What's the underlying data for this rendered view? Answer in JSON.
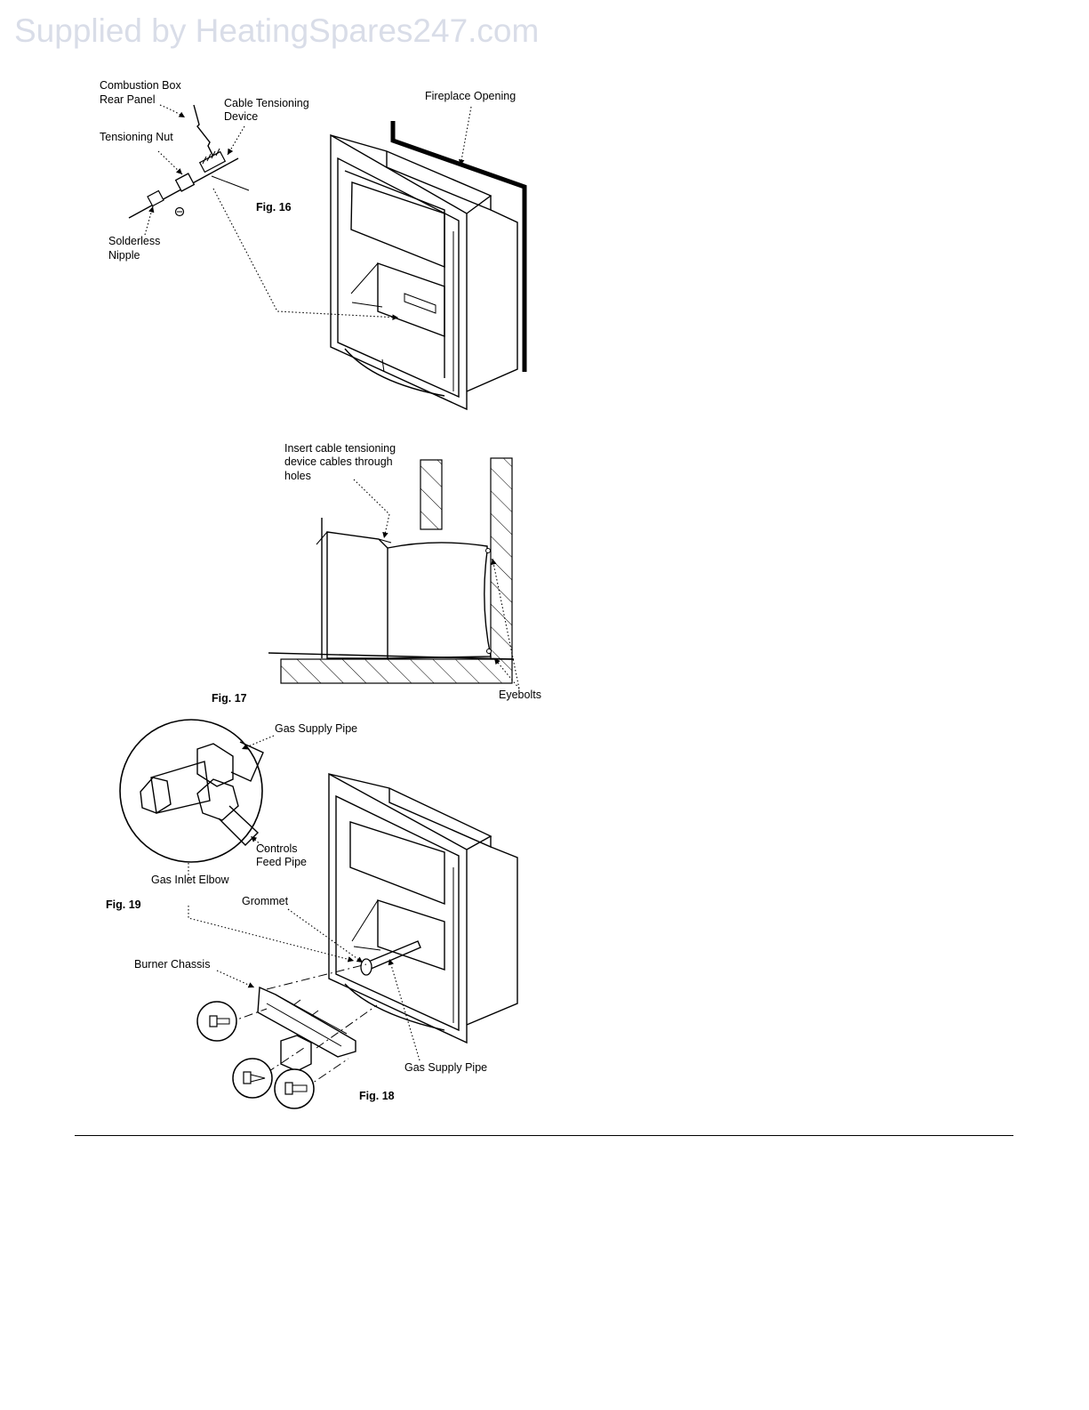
{
  "watermark": "Supplied by HeatingSpares247.com",
  "figures": {
    "fig16": {
      "label": "Fig. 16",
      "callouts": {
        "combustion_box_line1": "Combustion Box",
        "combustion_box_line2": "Rear Panel",
        "cable_device_line1": "Cable Tensioning",
        "cable_device_line2": "Device",
        "tensioning_nut": "Tensioning Nut",
        "nipple_line1": "Solderless",
        "nipple_line2": "Nipple",
        "fireplace_opening": "Fireplace Opening"
      }
    },
    "fig17": {
      "label": "Fig. 17",
      "callouts": {
        "insert_line1": "Insert cable tensioning",
        "insert_line2": "device cables through",
        "insert_line3": "holes",
        "eyebolts": "Eyebolts"
      }
    },
    "fig18": {
      "label": "Fig. 18",
      "callouts": {
        "grommet": "Grommet",
        "burner_chassis": "Burner Chassis",
        "gas_supply_pipe": "Gas Supply Pipe"
      }
    },
    "fig19": {
      "label": "Fig. 19",
      "callouts": {
        "gas_supply_pipe": "Gas Supply Pipe",
        "controls_line1": "Controls",
        "controls_line2": "Feed Pipe",
        "gas_inlet_elbow": "Gas Inlet Elbow"
      }
    }
  }
}
